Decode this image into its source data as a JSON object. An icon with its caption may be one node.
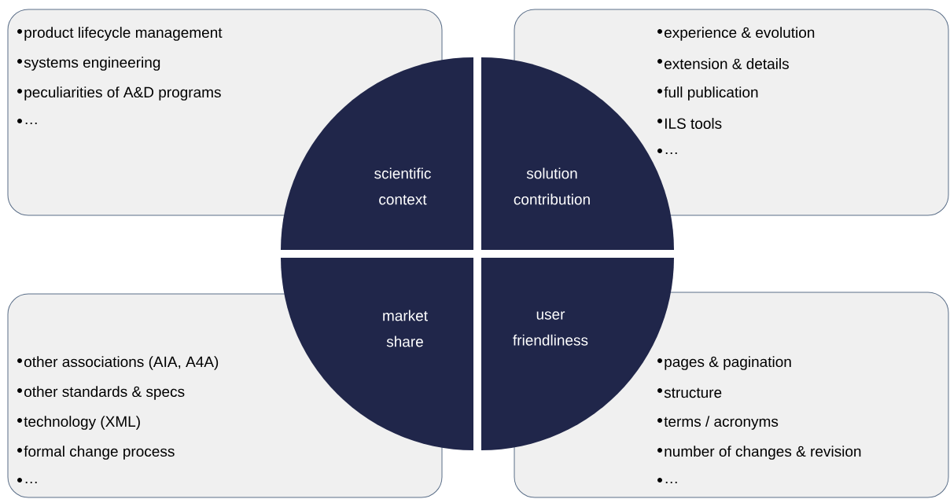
{
  "diagram": {
    "nodes": [
      {
        "text": [
          "product lifecycle management",
          "systems engineering",
          "peculiarities of A&D programs",
          "…"
        ]
      },
      {
        "text": [
          "experience & evolution",
          "extension & details",
          "full publication",
          "ILS tools",
          "…"
        ]
      },
      {
        "text": [
          "scientific context"
        ]
      },
      {
        "text": [
          "solution contribution"
        ]
      },
      {
        "text": [
          "market share"
        ]
      },
      {
        "text": [
          "user friendliness"
        ]
      },
      {
        "text": [
          "other associations (AIA, A4A)",
          "other standards & specs",
          "technology (XML)",
          "formal change process",
          "…"
        ]
      },
      {
        "text": [
          "pages & pagination",
          "structure",
          "terms / acronyms",
          "number of changes & revision",
          "…"
        ]
      }
    ]
  }
}
